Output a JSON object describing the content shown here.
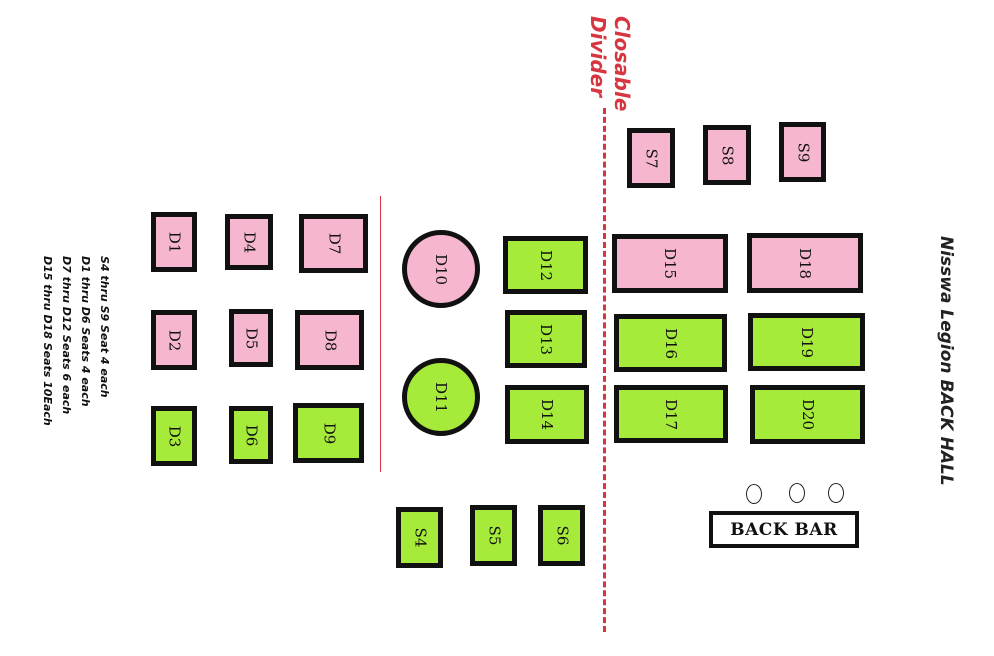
{
  "title": "Nisswa Legion BACK HALL",
  "divider": {
    "lines": [
      "Closable",
      "Divider"
    ],
    "color": "#d7353f"
  },
  "notes": [
    "S4 thru S9 Seat 4 each",
    "D1 thru D6 Seats 4 each",
    "D7 thru D12 Seats 6 each",
    "D15 thru D18 Seats 10Each"
  ],
  "colors": {
    "pink": "#f6b6d0",
    "green": "#a6ea3a",
    "border": "#111111"
  },
  "tables": {
    "D1": "D1",
    "D2": "D2",
    "D3": "D3",
    "D4": "D4",
    "D5": "D5",
    "D6": "D6",
    "D7": "D7",
    "D8": "D8",
    "D9": "D9",
    "D10": "D10",
    "D11": "D11",
    "D12": "D12",
    "D13": "D13",
    "D14": "D14",
    "D15": "D15",
    "D16": "D16",
    "D17": "D17",
    "D18": "D18",
    "D19": "D19",
    "D20": "D20",
    "S4": "S4",
    "S5": "S5",
    "S6": "S6",
    "S7": "S7",
    "S8": "S8",
    "S9": "S9"
  },
  "back_bar": {
    "label": "BACK BAR"
  }
}
